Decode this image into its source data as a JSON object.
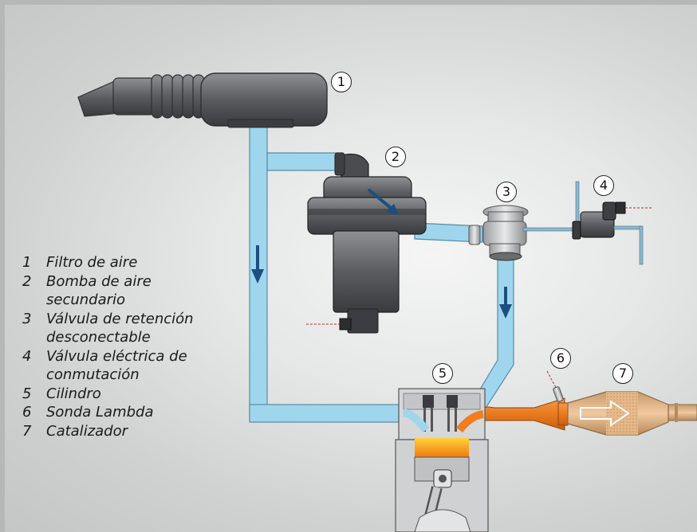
{
  "legend": [
    {
      "num": "1",
      "label": "Filtro de aire"
    },
    {
      "num": "2",
      "label": "Bomba de aire secundario"
    },
    {
      "num": "3",
      "label": "Válvula de retención desconectable"
    },
    {
      "num": "4",
      "label": "Válvula eléctrica de conmutación"
    },
    {
      "num": "5",
      "label": "Cilindro"
    },
    {
      "num": "6",
      "label": "Sonda Lambda"
    },
    {
      "num": "7",
      "label": "Catalizador"
    }
  ],
  "callouts": [
    "1",
    "2",
    "3",
    "4",
    "5",
    "6",
    "7"
  ],
  "colors": {
    "air_duct": "#9fd6ee",
    "exhaust": "#ef7d22",
    "flow_arrow": "#1b4f80",
    "component": "#4b4d50",
    "catalyst": "#d9aa80"
  }
}
